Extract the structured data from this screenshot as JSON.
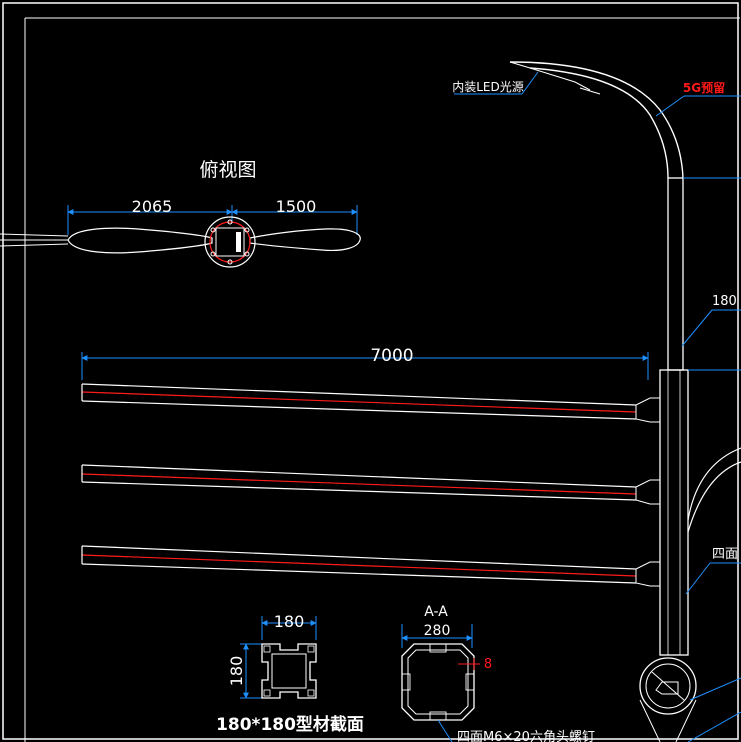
{
  "drawing": {
    "top_view_title": "俯视图",
    "dim_left_arm": "2065",
    "dim_right_arm": "1500",
    "dim_rail_length": "7000",
    "label_led": "内装LED光源",
    "label_5g": "5G预留",
    "label_180_right": "180",
    "label_four_side": "四面",
    "section1_dim_w": "180",
    "section1_dim_h": "180",
    "section1_caption": "180*180型材截面",
    "section2_title": "A-A",
    "section2_dim_w": "280",
    "section2_dim_8": "8",
    "section2_caption": "四面M6×20六角头螺钉"
  },
  "colors": {
    "background": "#000000",
    "line": "#ffffff",
    "dimension": "#1e90ff",
    "accent_red": "#ff1a1a"
  }
}
